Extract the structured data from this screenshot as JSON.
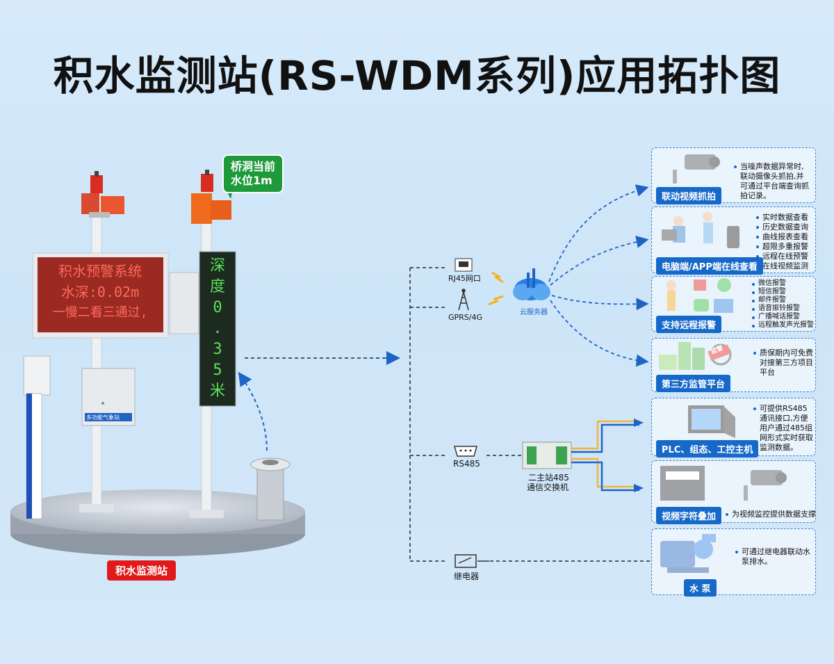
{
  "title": "积水监测站(RS-WDM系列)应用拓扑图",
  "station": {
    "label": "积水监测站",
    "callout_line1": "桥洞当前",
    "callout_line2": "水位1m",
    "led_line1": "积水预警系统",
    "led_line2": "水深:0.02m",
    "led_line3": "一慢二看三通过,",
    "vled": [
      "深",
      "度",
      "0",
      ".",
      "3",
      "5",
      "米"
    ],
    "box_text": "多功能气象站"
  },
  "network": {
    "rj45": "RJ45网口",
    "gprs": "GPRS/4G",
    "cloud": "云服务器",
    "rs485": "RS485",
    "switch_line1": "二主站485",
    "switch_line2": "通信交换机",
    "relay": "继电器"
  },
  "panels": [
    {
      "label": "联动视频抓拍",
      "items": [
        "当噪声数据异常时,联动摄像头抓拍,并可通过平台端查询抓拍记录。"
      ]
    },
    {
      "label": "电脑端/APP端在线查看",
      "items": [
        "实时数据查看",
        "历史数据查询",
        "曲线报表查看",
        "超限多重报警",
        "远程在线预警",
        "在线视频监测"
      ]
    },
    {
      "label": "支持远程报警",
      "items": [
        "微信报警",
        "短信报警",
        "邮件报警",
        "语音振铃报警",
        "广播喊话报警",
        "远程触发声光报警"
      ]
    },
    {
      "label": "第三方监管平台",
      "items": [
        "质保期内可免费对接第三方项目平台"
      ]
    },
    {
      "label": "PLC、组态、工控主机",
      "items": [
        "可提供RS485通讯接口,方便用户通过485组网形式实时获取监测数据。"
      ]
    },
    {
      "label": "视频字符叠加",
      "items": [
        "为视频监控提供数据支撑"
      ]
    },
    {
      "label": "水 泵",
      "items": [
        "可通过继电器联动水泵排水。"
      ]
    }
  ],
  "misc": {
    "stamp": "监督"
  },
  "colors": {
    "accent": "#1668c9",
    "alert": "#e01a1a",
    "ok": "#1f9a3a"
  }
}
